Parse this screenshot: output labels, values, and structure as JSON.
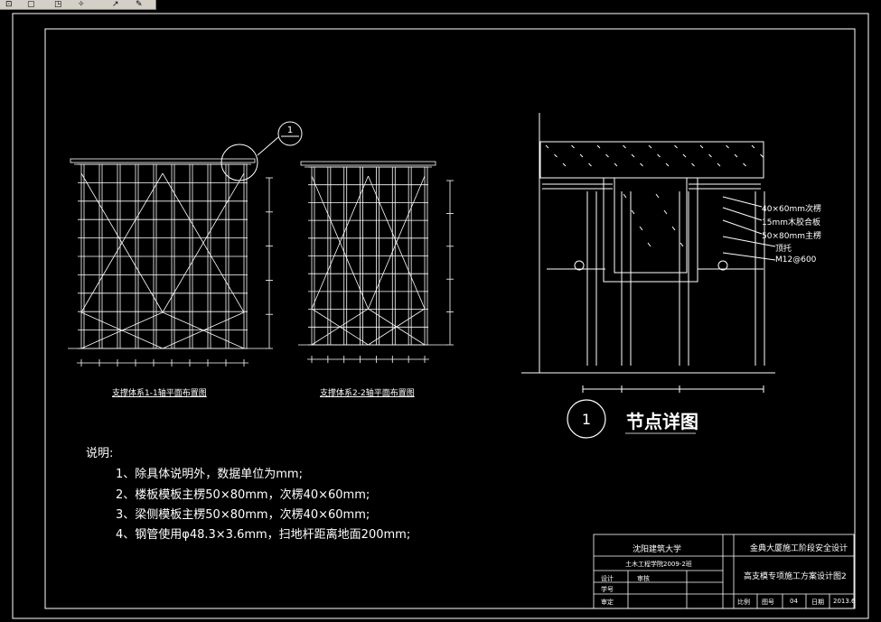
{
  "plan1_caption": "支撑体系1-1轴平面布置图",
  "plan2_caption": "支撑体系2-2轴平面布置图",
  "callout_number": "1",
  "detail_number": "1",
  "detail_title": "节点详图",
  "detail_labels": [
    "40×60mm次楞",
    "15mm木胶合板",
    "50×80mm主楞",
    "顶托",
    "M12@600"
  ],
  "notes": {
    "heading": "说明:",
    "items": [
      "1、除具体说明外，数据单位为mm;",
      "2、楼板模板主楞50×80mm，次楞40×60mm;",
      "3、梁侧模板主楞50×80mm，次楞40×60mm;",
      "4、钢管使用φ48.3×3.6mm，扫地杆距离地面200mm;"
    ]
  },
  "title_block": {
    "school": "沈阳建筑大学",
    "class_line": "土木工程学院2009-2班",
    "project": "金典大厦施工阶段安全设计",
    "drawing_title": "高支模专项施工方案设计图2",
    "design": "设计",
    "review": "审核",
    "approve": "审定",
    "student_no": "学号",
    "scale": "比例",
    "sheet": "图号",
    "sheet_val": "04",
    "date": "日期",
    "date_val": "2013.6"
  },
  "colors": {
    "background": "#000000",
    "lines": "#ffffff"
  }
}
